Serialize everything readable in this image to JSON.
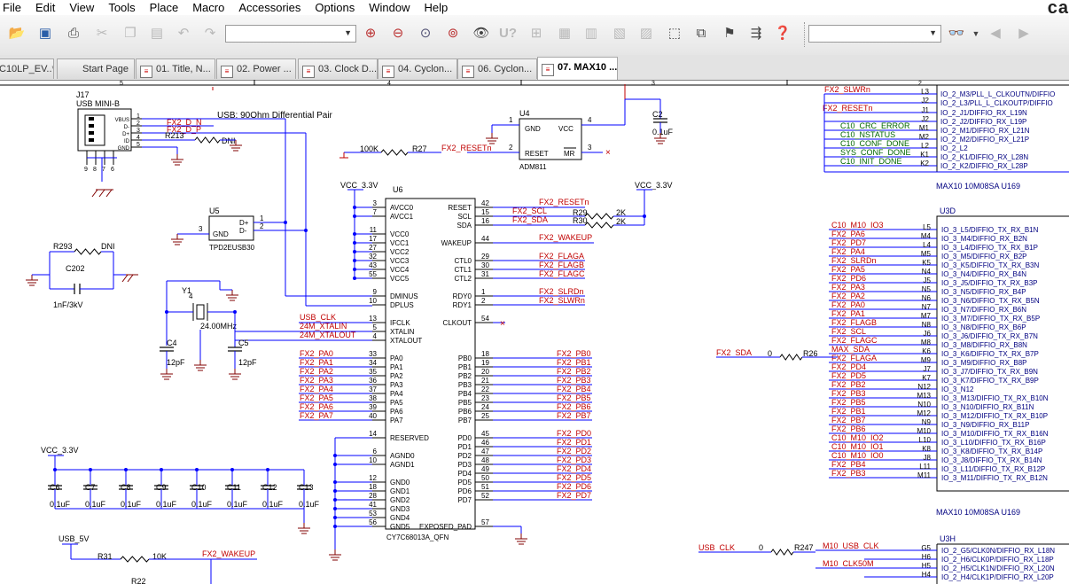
{
  "brand_partial": "ca",
  "menu": [
    "File",
    "Edit",
    "View",
    "Tools",
    "Place",
    "Macro",
    "Accessories",
    "Options",
    "Window",
    "Help"
  ],
  "tabs": [
    "C10LP_EV..*",
    "Start Page",
    "01. Title, N...",
    "02. Power ...",
    "03. Clock D...",
    "04. Cyclon...",
    "06. Cyclon...",
    "07. MAX10 ..."
  ],
  "toolbar": {
    "combo1_value": "",
    "combo2_value": ""
  },
  "ruler": [
    "5",
    "4",
    "3",
    "2"
  ],
  "u6": {
    "ref": "U6",
    "part": "CY7C68013A_QFN",
    "left_pins": [
      [
        "3",
        "AVCC0"
      ],
      [
        "7",
        "AVCC1"
      ],
      [
        "11",
        "VCC0"
      ],
      [
        "17",
        "VCC1"
      ],
      [
        "27",
        "VCC2"
      ],
      [
        "32",
        "VCC3"
      ],
      [
        "43",
        "VCC4"
      ],
      [
        "55",
        "VCC5"
      ],
      [
        "9",
        "DMINUS"
      ],
      [
        "10",
        "DPLUS"
      ],
      [
        "13",
        "IFCLK"
      ],
      [
        "5",
        "XTALIN"
      ],
      [
        "4",
        "XTALOUT"
      ],
      [
        "33",
        "PA0"
      ],
      [
        "34",
        "PA1"
      ],
      [
        "35",
        "PA2"
      ],
      [
        "36",
        "PA3"
      ],
      [
        "37",
        "PA4"
      ],
      [
        "38",
        "PA5"
      ],
      [
        "39",
        "PA6"
      ],
      [
        "40",
        "PA7"
      ],
      [
        "14",
        "RESERVED"
      ],
      [
        "6",
        "AGND0"
      ],
      [
        "10",
        "AGND1"
      ],
      [
        "12",
        "GND0"
      ],
      [
        "18",
        "GND1"
      ],
      [
        "28",
        "GND2"
      ],
      [
        "41",
        "GND3"
      ],
      [
        "53",
        "GND4"
      ],
      [
        "56",
        "GND5"
      ]
    ],
    "right_pins": [
      [
        "42",
        "RESET"
      ],
      [
        "15",
        "SCL"
      ],
      [
        "16",
        "SDA"
      ],
      [
        "44",
        "WAKEUP"
      ],
      [
        "29",
        "CTL0"
      ],
      [
        "30",
        "CTL1"
      ],
      [
        "31",
        "CTL2"
      ],
      [
        "1",
        "RDY0"
      ],
      [
        "2",
        "RDY1"
      ],
      [
        "54",
        "CLKOUT"
      ],
      [
        "18",
        "PB0"
      ],
      [
        "19",
        "PB1"
      ],
      [
        "20",
        "PB2"
      ],
      [
        "21",
        "PB3"
      ],
      [
        "22",
        "PB4"
      ],
      [
        "23",
        "PB5"
      ],
      [
        "24",
        "PB6"
      ],
      [
        "25",
        "PB7"
      ],
      [
        "45",
        "PD0"
      ],
      [
        "46",
        "PD1"
      ],
      [
        "47",
        "PD2"
      ],
      [
        "48",
        "PD3"
      ],
      [
        "49",
        "PD4"
      ],
      [
        "50",
        "PD5"
      ],
      [
        "51",
        "PD6"
      ],
      [
        "52",
        "PD7"
      ],
      [
        "57",
        "EXPOSED_PAD"
      ]
    ],
    "left_nets": [
      "USB_CLK",
      "24M_XTALIN",
      "24M_XTALOUT",
      "FX2_PA0",
      "FX2_PA1",
      "FX2_PA2",
      "FX2_PA3",
      "FX2_PA4",
      "FX2_PA5",
      "FX2_PA6",
      "FX2_PA7"
    ],
    "right_nets": [
      "FX2_RESETn",
      "FX2_SCL",
      "FX2_SDA",
      "FX2_WAKEUP",
      "FX2_FLAGA",
      "FX2_FLAGB",
      "FX2_FLAGC",
      "FX2_SLRDn",
      "FX2_SLWRn",
      "FX2_PB0",
      "FX2_PB1",
      "FX2_PB2",
      "FX2_PB3",
      "FX2_PB4",
      "FX2_PB5",
      "FX2_PB6",
      "FX2_PB7",
      "FX2_PD0",
      "FX2_PD1",
      "FX2_PD2",
      "FX2_PD3",
      "FX2_PD4",
      "FX2_PD5",
      "FX2_PD6",
      "FX2_PD7"
    ]
  },
  "j17": {
    "ref": "J17",
    "part": "USB MINI-B",
    "pins": [
      "VBUS",
      "D-",
      "D+",
      "ID",
      "GND"
    ],
    "pin_nums": [
      "1",
      "2",
      "3",
      "4",
      "5"
    ],
    "shield": [
      "9",
      "8",
      "7",
      "6"
    ],
    "nets": [
      "FX2_D_N",
      "FX2_D_P"
    ],
    "r": "R213",
    "r_val": "DNI",
    "note": "USB: 90Ohm Differential Pair"
  },
  "u5": {
    "ref": "U5",
    "part": "TPD2EUSB30",
    "pins": [
      "D+",
      "D-",
      "GND"
    ],
    "nums": [
      "1",
      "2",
      "3"
    ]
  },
  "u4": {
    "ref": "U4",
    "part": "ADM811",
    "pins": [
      "GND",
      "VCC",
      "RESET",
      "MR"
    ],
    "nums": [
      "1",
      "4",
      "2",
      "3"
    ],
    "r": "R27",
    "r_val": "100K",
    "net": "FX2_RESETn",
    "c": "C2",
    "c_val": "0.1uF"
  },
  "misc": {
    "vcc": "VCC_3.3V",
    "usb5v": "USB_5V",
    "r29": "R29",
    "r30": "R30",
    "r_2k": "2K",
    "r293": "R293",
    "dni": "DNI",
    "c202": "C202",
    "c202_val": "1nF/3kV",
    "y1": "Y1",
    "y1_val": "24.00MHz",
    "c4": "C4",
    "c5": "C5",
    "cap12": "12pF",
    "r31": "R31",
    "r31_val": "10K",
    "wakeup": "FX2_WAKEUP",
    "r26": "R26",
    "r26_val": "0",
    "fx2_sda": "FX2_SDA",
    "r247": "R247",
    "r247_val": "0",
    "usb_clk": "USB_CLK",
    "r22": "R22"
  },
  "decaps": {
    "refs": [
      "C6",
      "C7",
      "C8",
      "C9",
      "C10",
      "C11",
      "C12",
      "C13"
    ],
    "val": "0.1uF"
  },
  "u3_top": {
    "label": "MAX10 10M08SA U169",
    "rows": [
      [
        "FX2_SLWRn",
        "L3",
        "IO_2_M3/PLL_L_CLKOUTN/DIFFIO"
      ],
      [
        "",
        "J2",
        "IO_2_L3/PLL_L_CLKOUTP/DIFFIO"
      ],
      [
        "FX2_RESETn",
        "J1",
        "IO_2_J1/DIFFIO_RX_L19N"
      ],
      [
        "",
        "J2",
        "IO_2_J2/DIFFIO_RX_L19P"
      ],
      [
        "C10_CRC_ERROR",
        "M1",
        "IO_2_M1/DIFFIO_RX_L21N"
      ],
      [
        "C10_NSTATUS",
        "M2",
        "IO_2_M2/DIFFIO_RX_L21P"
      ],
      [
        "C10_CONF_DONE",
        "L2",
        "IO_2_L2"
      ],
      [
        "SYS_CONF_DONE",
        "K1",
        "IO_2_K1/DIFFIO_RX_L28N"
      ],
      [
        "C10_INIT_DONE",
        "K2",
        "IO_2_K2/DIFFIO_RX_L28P"
      ]
    ]
  },
  "u3d": {
    "ref": "U3D",
    "label": "MAX10 10M08SA U169",
    "rows": [
      [
        "C10_M10_IO3",
        "L5",
        "IO_3_L5/DIFFIO_TX_RX_B1N"
      ],
      [
        "FX2_PA6",
        "M4",
        "IO_3_M4/DIFFIO_RX_B2N"
      ],
      [
        "FX2_PD7",
        "L4",
        "IO_3_L4/DIFFIO_TX_RX_B1P"
      ],
      [
        "FX2_PA4",
        "M5",
        "IO_3_M5/DIFFIO_RX_B2P"
      ],
      [
        "FX2_SLRDn",
        "K5",
        "IO_3_K5/DIFFIO_TX_RX_B3N"
      ],
      [
        "FX2_PA5",
        "N4",
        "IO_3_N4/DIFFIO_RX_B4N"
      ],
      [
        "FX2_PD6",
        "J5",
        "IO_3_J5/DIFFIO_TX_RX_B3P"
      ],
      [
        "FX2_PA3",
        "N5",
        "IO_3_N5/DIFFIO_RX_B4P"
      ],
      [
        "FX2_PA2",
        "N6",
        "IO_3_N6/DIFFIO_TX_RX_B5N"
      ],
      [
        "FX2_PA0",
        "N7",
        "IO_3_N7/DIFFIO_RX_B6N"
      ],
      [
        "FX2_PA1",
        "M7",
        "IO_3_M7/DIFFIO_TX_RX_B5P"
      ],
      [
        "FX2_FLAGB",
        "N8",
        "IO_3_N8/DIFFIO_RX_B6P"
      ],
      [
        "FX2_SCL",
        "J6",
        "IO_3_J6/DIFFIO_TX_RX_B7N"
      ],
      [
        "FX2_FLAGC",
        "M8",
        "IO_3_M8/DIFFIO_RX_B8N"
      ],
      [
        "MAX_SDA",
        "K6",
        "IO_3_K6/DIFFIO_TX_RX_B7P"
      ],
      [
        "FX2_FLAGA",
        "M9",
        "IO_3_M9/DIFFIO_RX_B8P"
      ],
      [
        "FX2_PD4",
        "J7",
        "IO_3_J7/DIFFIO_TX_RX_B9N"
      ],
      [
        "FX2_PD5",
        "K7",
        "IO_3_K7/DIFFIO_TX_RX_B9P"
      ],
      [
        "FX2_PB2",
        "N12",
        "IO_3_N12"
      ],
      [
        "FX2_PB3",
        "M13",
        "IO_3_M13/DIFFIO_TX_RX_B10N"
      ],
      [
        "FX2_PB5",
        "N10",
        "IO_3_N10/DIFFIO_RX_B11N"
      ],
      [
        "FX2_PB1",
        "M12",
        "IO_3_M12/DIFFIO_TX_RX_B10P"
      ],
      [
        "FX2_PB7",
        "N9",
        "IO_3_N9/DIFFIO_RX_B11P"
      ],
      [
        "FX2_PB6",
        "M10",
        "IO_3_M10/DIFFIO_TX_RX_B16N"
      ],
      [
        "C10_M10_IO2",
        "L10",
        "IO_3_L10/DIFFIO_TX_RX_B16P"
      ],
      [
        "C10_M10_IO1",
        "K8",
        "IO_3_K8/DIFFIO_TX_RX_B14P"
      ],
      [
        "C10_M10_IO0",
        "J8",
        "IO_3_J8/DIFFIO_TX_RX_B14N"
      ],
      [
        "FX2_PB4",
        "L11",
        "IO_3_L11/DIFFIO_TX_RX_B12P"
      ],
      [
        "FX2_PB3",
        "M11",
        "IO_3_M11/DIFFIO_TX_RX_B12N"
      ]
    ]
  },
  "u3h": {
    "ref": "U3H",
    "rows": [
      [
        "M10_USB_CLK",
        "G5",
        "IO_2_G5/CLK0N/DIFFIO_RX_L18N"
      ],
      [
        "",
        "H6",
        "IO_2_H6/CLK0P/DIFFIO_RX_L18P"
      ],
      [
        "M10_CLK50M",
        "H5",
        "IO_2_H5/CLK1N/DIFFIO_RX_L20N"
      ],
      [
        "",
        "H4",
        "IO_2_H4/CLK1P/DIFFIO_RX_L20P"
      ]
    ]
  },
  "colors": {
    "wire": "#0000ff",
    "net": "#c00000",
    "pin": "#00008b",
    "label": "#000080",
    "green": "#006600",
    "body": "#000000",
    "wire_dark": "#800000"
  }
}
